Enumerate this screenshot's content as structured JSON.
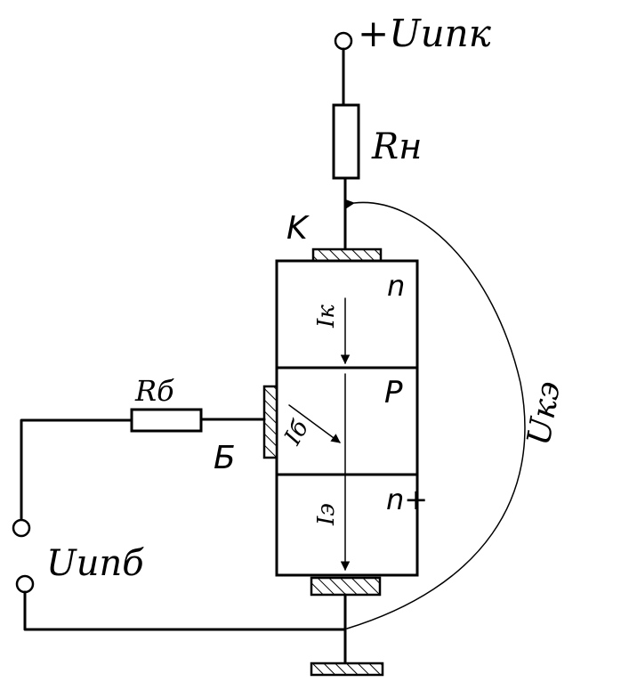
{
  "labels": {
    "collector_supply": "+Uипк",
    "load_resistor": "Rн",
    "collector_terminal": "K",
    "base_resistor": "Rб",
    "base_terminal": "Б",
    "base_supply": "Uипб",
    "collector_emitter_voltage": "Uкэ"
  },
  "regions": {
    "top": "n",
    "middle": "P",
    "bottom": "n+"
  },
  "currents": {
    "collector": "Iк",
    "base": "Iб",
    "emitter": "Iэ"
  }
}
